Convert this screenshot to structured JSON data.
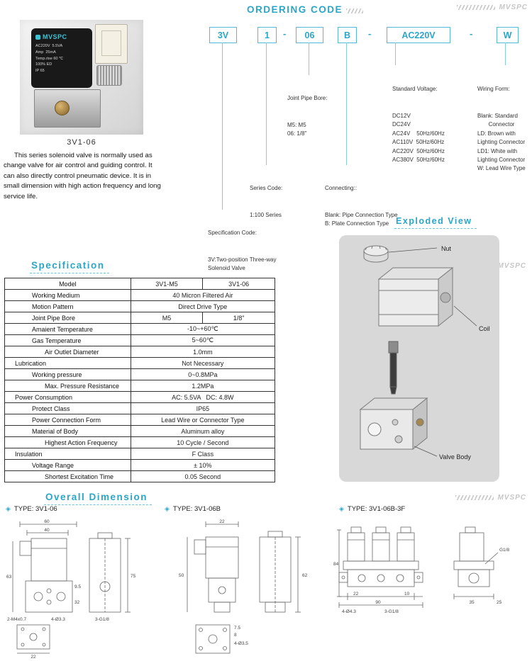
{
  "brand": "MVSPC",
  "icons": {
    "diamond_bullet": "◈"
  },
  "ordering_code": {
    "title": "ORDERING CODE",
    "dash": "-",
    "boxes": [
      "3V",
      "1",
      "06",
      "B",
      "AC220V",
      "W"
    ],
    "notes": {
      "spec_code": {
        "title": "Specification Code:",
        "lines": [
          "3V:Two-position Three-way",
          "Solenoid Valve"
        ]
      },
      "series_code": {
        "title": "Series Code:",
        "lines": [
          "1:100 Series"
        ]
      },
      "joint_pipe_bore": {
        "title": "Joint Pipe Bore:",
        "lines": [
          "M5: M5",
          "06: 1/8\""
        ]
      },
      "connecting": {
        "title": "Connecting::",
        "lines": [
          "Blank: Pipe Connection Type",
          "B: Plate Connection Type"
        ]
      },
      "standard_voltage": {
        "title": "Standard Voltage:",
        "lines": [
          "DC12V",
          "DC24V",
          "AC24V    50Hz/60Hz",
          "AC110V  50Hz/60Hz",
          "AC220V  50Hz/60Hz",
          "AC380V  50Hz/60Hz"
        ]
      },
      "wiring_form": {
        "title": "Wiring Form:",
        "lines": [
          "Blank: Standard",
          "       Connector",
          "LD: Brown with",
          "Lighting Connector",
          "LD1: White with",
          "Lighting Connector",
          "W: Lead Wire Type"
        ]
      }
    }
  },
  "product": {
    "photo_caption": "3V1-06",
    "coil_brand": "MVSPC",
    "coil_specs": [
      "AC220V  5.5VA",
      "Amp  25mA",
      "Temp.rise 60 ℃",
      "100% ED",
      "IP 65"
    ],
    "description": "This series solenoid valve is normally used as change valve for air control and guiding control. It can also directly control pneumatic device. It is in small dimension with high action frequency and long service life."
  },
  "specification": {
    "title": "Specification",
    "rows": [
      {
        "label": "Model",
        "center": true,
        "values": [
          "3V1-M5",
          "3V1-06"
        ]
      },
      {
        "label": "Working Medium",
        "indent": 1,
        "value": "40 Micron Filtered Air"
      },
      {
        "label": "Motion Pattern",
        "indent": 1,
        "value": "Direct Drive Type"
      },
      {
        "label": "Joint Pipe Bore",
        "indent": 1,
        "values": [
          "M5",
          "1/8\""
        ]
      },
      {
        "label": "Amaient Temperature",
        "indent": 1,
        "value": "-10~+60℃"
      },
      {
        "label": "Gas Temperature",
        "indent": 1,
        "value": "5~60℃"
      },
      {
        "label": "Air Outlet Diameter",
        "indent": 2,
        "value": "1.0mm"
      },
      {
        "label": "Lubrication",
        "indent": 0,
        "value": "Not Necessary"
      },
      {
        "label": "Working pressure",
        "indent": 1,
        "value": "0~0.8MPa"
      },
      {
        "label": "Max. Pressure Resistance",
        "indent": 2,
        "value": "1.2MPa"
      },
      {
        "label": "Power Consumption",
        "indent": 0,
        "value": "AC: 5.5VA   DC: 4.8W"
      },
      {
        "label": "Protect Class",
        "indent": 1,
        "value": "IP65"
      },
      {
        "label": "Power Connection Form",
        "indent": 1,
        "value": "Lead Wire or Connector Type"
      },
      {
        "label": "Material of Body",
        "indent": 1,
        "value": "Aluminum alloy"
      },
      {
        "label": "Highest Action Frequency",
        "indent": 2,
        "value": "10 Cycle / Second"
      },
      {
        "label": "Insulation",
        "indent": 0,
        "value": "F Class"
      },
      {
        "label": "Voltage Range",
        "indent": 1,
        "value": "± 10%"
      },
      {
        "label": "Shortest Excitation Time",
        "indent": 2,
        "value": "0.05 Second"
      }
    ]
  },
  "exploded_view": {
    "title": "Exploded View",
    "labels": {
      "nut": "Nut",
      "coil": "Coil",
      "valve_body": "Valve Body"
    }
  },
  "overall_dimension": {
    "title": "Overall Dimension",
    "types": [
      {
        "label": "TYPE: 3V1-06",
        "dims": [
          "60",
          "40",
          "75",
          "63",
          "22",
          "9.5",
          "32",
          "2-M4x0.7",
          "4-Ø3.3",
          "3-G1/8"
        ]
      },
      {
        "label": "TYPE: 3V1-06B",
        "dims": [
          "22",
          "62",
          "50",
          "7.5",
          "8",
          "4-Ø3.5"
        ]
      },
      {
        "label": "TYPE: 3V1-06B-3F",
        "dims": [
          "84",
          "90",
          "35",
          "25",
          "22",
          "10",
          "4-Ø4.3",
          "3-G1/8",
          "G1/8"
        ]
      }
    ]
  }
}
